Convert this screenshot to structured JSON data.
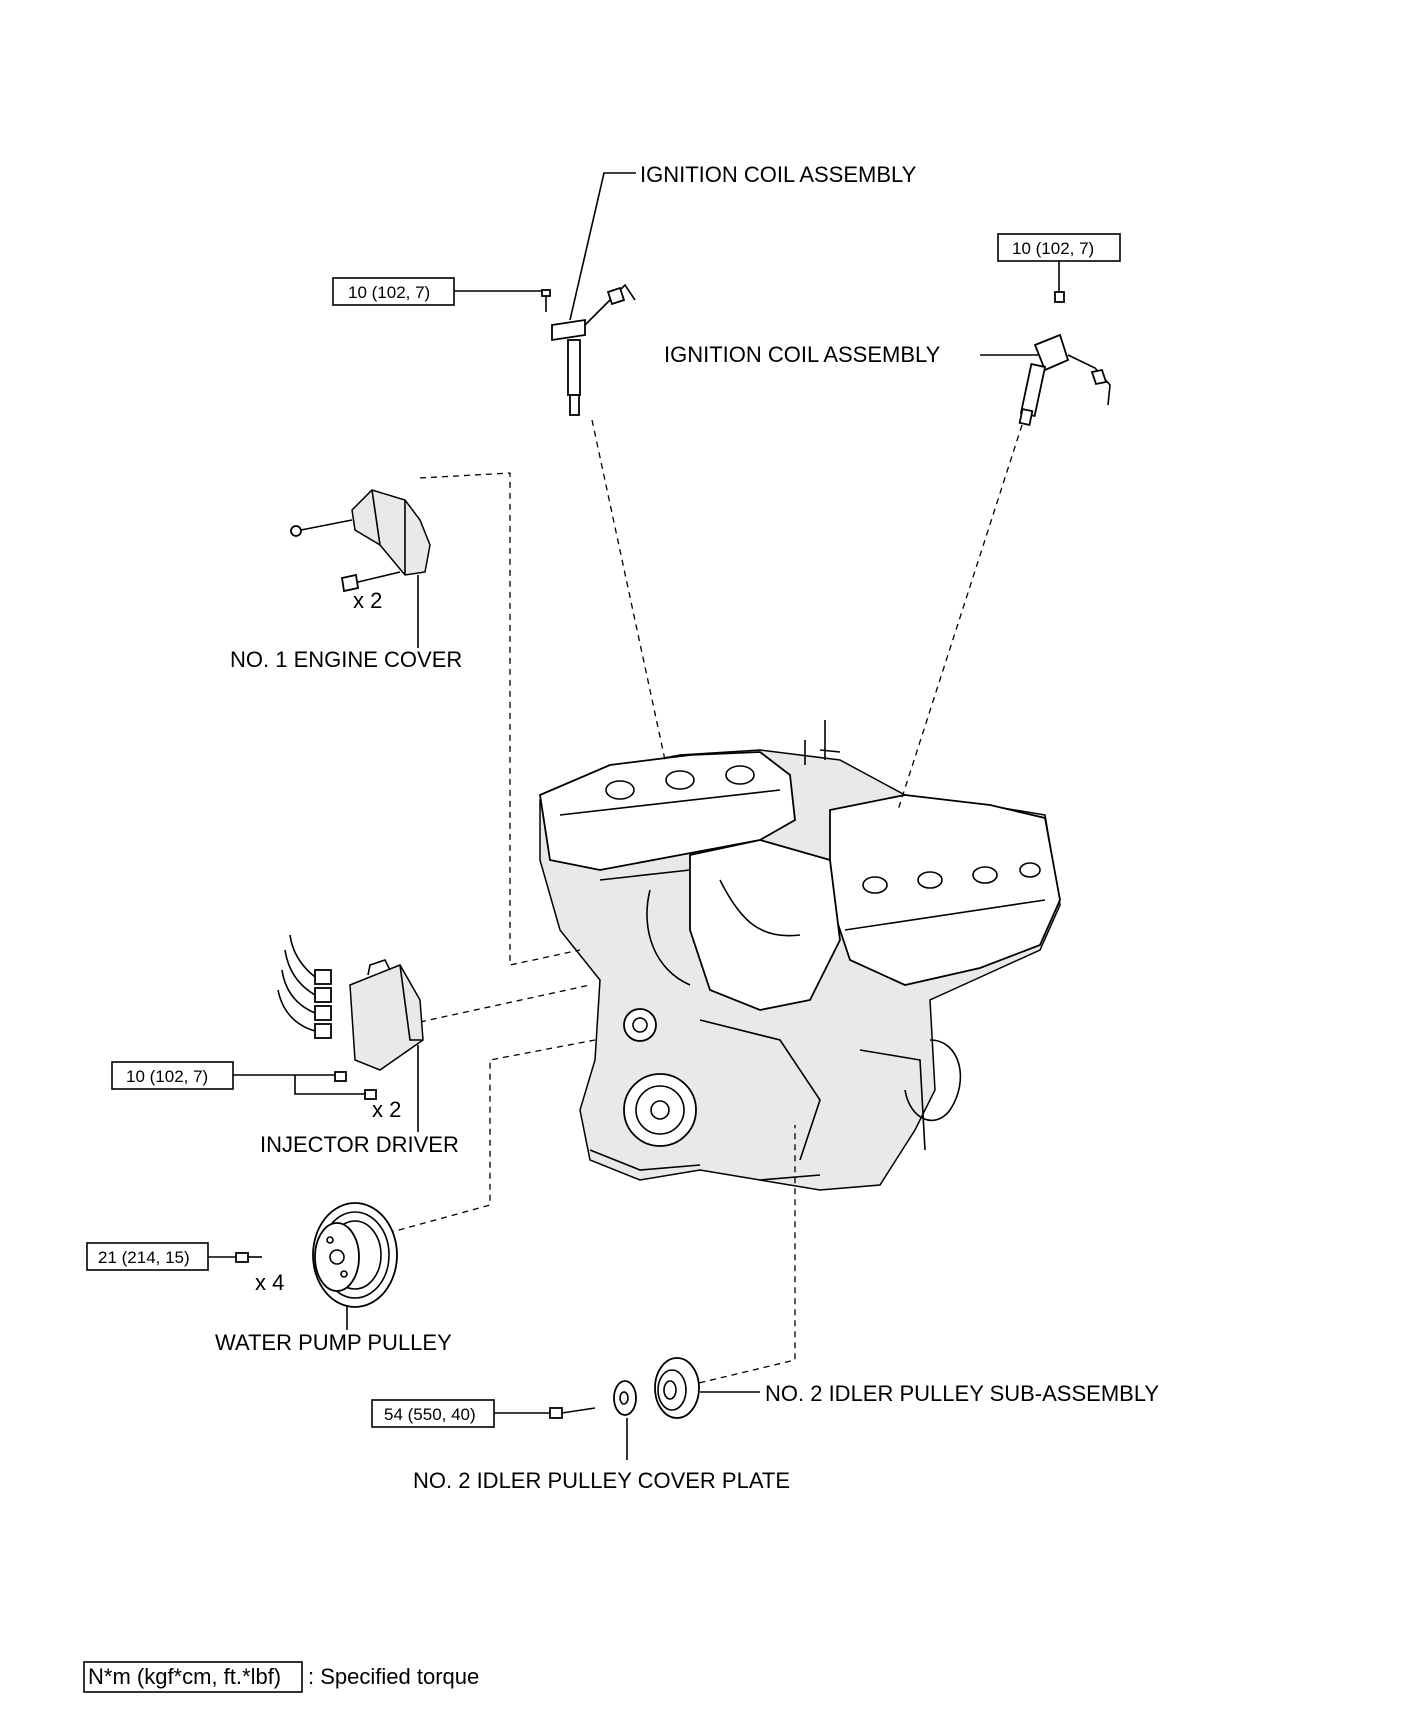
{
  "labels": {
    "coil_left": "IGNITION COIL ASSEMBLY",
    "coil_right": "IGNITION COIL ASSEMBLY",
    "engine_cover": "NO. 1 ENGINE COVER",
    "injector_driver": "INJECTOR DRIVER",
    "water_pump_pulley": "WATER PUMP PULLEY",
    "idler_pulley": "NO. 2 IDLER PULLEY SUB-ASSEMBLY",
    "idler_cover_plate": "NO. 2 IDLER PULLEY COVER PLATE"
  },
  "torques": {
    "coil_left": "10 (102, 7)",
    "coil_right": "10 (102, 7)",
    "injector_driver": "10 (102, 7)",
    "water_pump_pulley": "21 (214, 15)",
    "idler_pulley": "54 (550, 40)"
  },
  "quantities": {
    "engine_cover_nuts": "x 2",
    "injector_driver_bolts": "x 2",
    "water_pump_bolts": "x 4"
  },
  "legend": {
    "unit": "N*m (kgf*cm, ft.*lbf)",
    "text": ": Specified torque"
  }
}
